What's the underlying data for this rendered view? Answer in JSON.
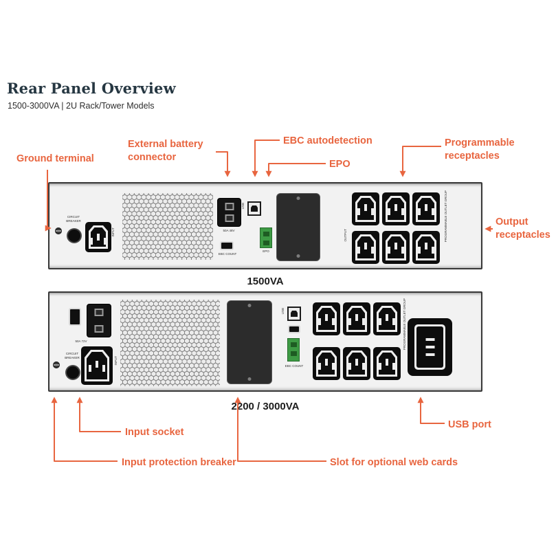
{
  "colors": {
    "accent": "#e8653f",
    "panel_fill": "#f2f2f2",
    "panel_border": "#383838",
    "slot_cover": "#2c2c2c",
    "epo_green": "#3d9a44",
    "title_color": "#263742"
  },
  "header": {
    "title": "Rear Panel Overview",
    "subtitle": "1500-3000VA | 2U Rack/Tower Models"
  },
  "callouts": {
    "ground_terminal": "Ground terminal",
    "external_battery_connector": "External battery connector",
    "ebc_autodetection": "EBC autodetection",
    "epo": "EPO",
    "programmable_receptacles": "Programmable receptacles",
    "output_receptacles": "Output receptacles",
    "input_socket": "Input socket",
    "input_protection_breaker": "Input protection breaker",
    "usb_port": "USB port",
    "slot_for_optional_web_cards": "Slot for optional web cards"
  },
  "panels": {
    "panel1": {
      "model": "1500VA",
      "labels": {
        "circuit_breaker": "CIRCUIT BREAKER",
        "input": "INPUT",
        "battery_rating": "50A 48V",
        "ebc_count": "EBC COUNT",
        "usb": "USB",
        "epo": "EPO",
        "output": "OUTPUT",
        "programmable": "PROGRAMMABLE OUTLET GROUP"
      }
    },
    "panel2": {
      "model": "2200 / 3000VA",
      "labels": {
        "circuit_breaker": "CIRCUIT BREAKER",
        "input": "INPUT",
        "battery_rating": "50A 72V",
        "ebc_count": "EBC COUNT",
        "usb": "USB",
        "programmable": "PROGRAMMABLE OUTLET GROUP"
      }
    }
  }
}
